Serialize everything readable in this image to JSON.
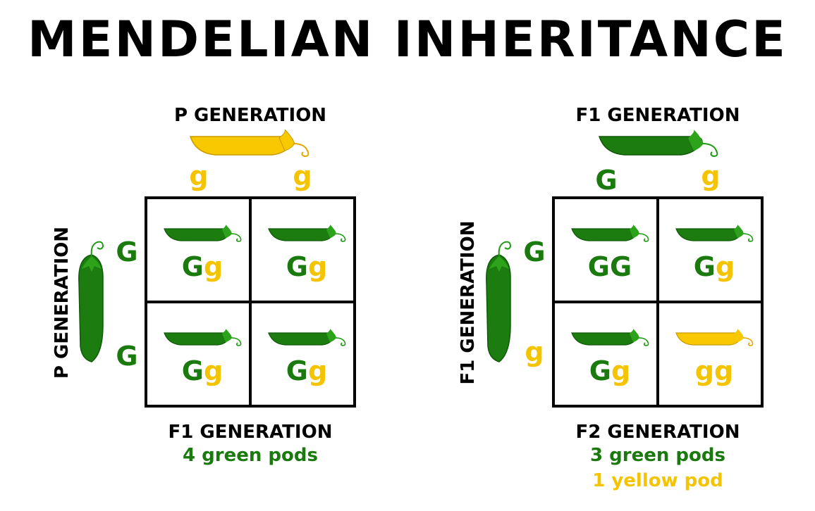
{
  "title": "MENDELIAN INHERITANCE",
  "colors": {
    "dominant": "#1a7a0e",
    "recessive": "#f5c400",
    "green_pod": "#1c7c10",
    "yellow_pod": "#f8c800"
  },
  "left": {
    "top_label": "P GENERATION",
    "side_label": "P GENERATION",
    "top_alleles": [
      "g",
      "g"
    ],
    "side_alleles": [
      "G",
      "G"
    ],
    "cells": [
      {
        "a": "G",
        "b": "g",
        "pod": "green"
      },
      {
        "a": "G",
        "b": "g",
        "pod": "green"
      },
      {
        "a": "G",
        "b": "g",
        "pod": "green"
      },
      {
        "a": "G",
        "b": "g",
        "pod": "green"
      }
    ],
    "result_label": "F1 GENERATION",
    "result_lines": [
      "4 green pods"
    ]
  },
  "right": {
    "top_label": "F1 GENERATION",
    "side_label": "F1 GENERATION",
    "top_alleles": [
      "G",
      "g"
    ],
    "side_alleles": [
      "G",
      "g"
    ],
    "cells": [
      {
        "a": "G",
        "b": "G",
        "pod": "green"
      },
      {
        "a": "G",
        "b": "g",
        "pod": "green"
      },
      {
        "a": "G",
        "b": "g",
        "pod": "green"
      },
      {
        "a": "g",
        "b": "g",
        "pod": "yellow"
      }
    ],
    "result_label": "F2 GENERATION",
    "result_lines": [
      "3 green pods",
      "1 yellow pod"
    ]
  }
}
